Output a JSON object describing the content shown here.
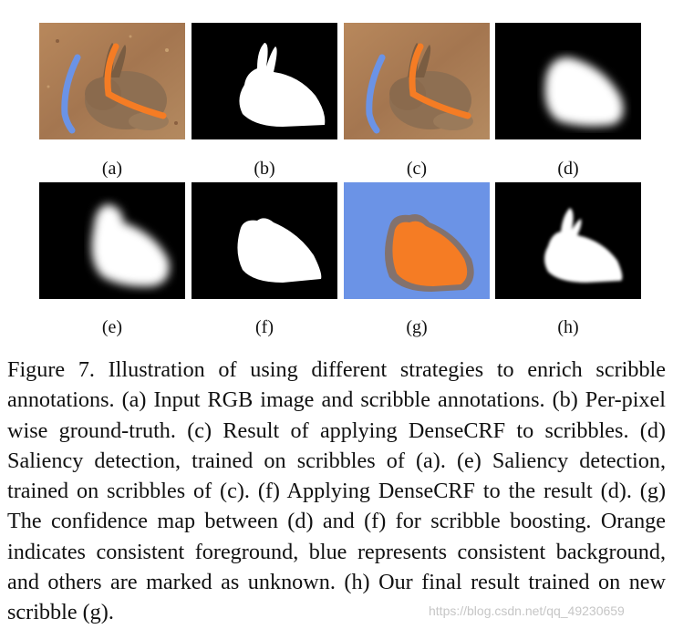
{
  "figure": {
    "labels": [
      "(a)",
      "(b)",
      "(c)",
      "(d)",
      "(e)",
      "(f)",
      "(g)",
      "(h)"
    ],
    "caption": "Figure 7. Illustration of using different strategies to enrich scribble annotations. (a) Input RGB image and scribble annotations. (b) Per-pixel wise ground-truth. (c) Result of applying DenseCRF to scribbles. (d) Saliency detection, trained on scribbles of (a). (e) Saliency detection, trained on scribbles of (c). (f) Applying DenseCRF to the result (d). (g) The confidence map between (d) and (f) for scribble boosting. Orange indicates consistent foreground, blue represents consistent background, and others are marked as unknown. (h) Our final result trained on new scribble (g).",
    "watermark": "https://blog.csdn.net/qq_49230659"
  },
  "colors": {
    "foreground_scribble": "#f57c24",
    "background_scribble": "#6b93e6",
    "ground": "#a87a50",
    "rabbit": "#8e6f52",
    "mask_bg": "#000000",
    "mask_fg": "#ffffff"
  }
}
